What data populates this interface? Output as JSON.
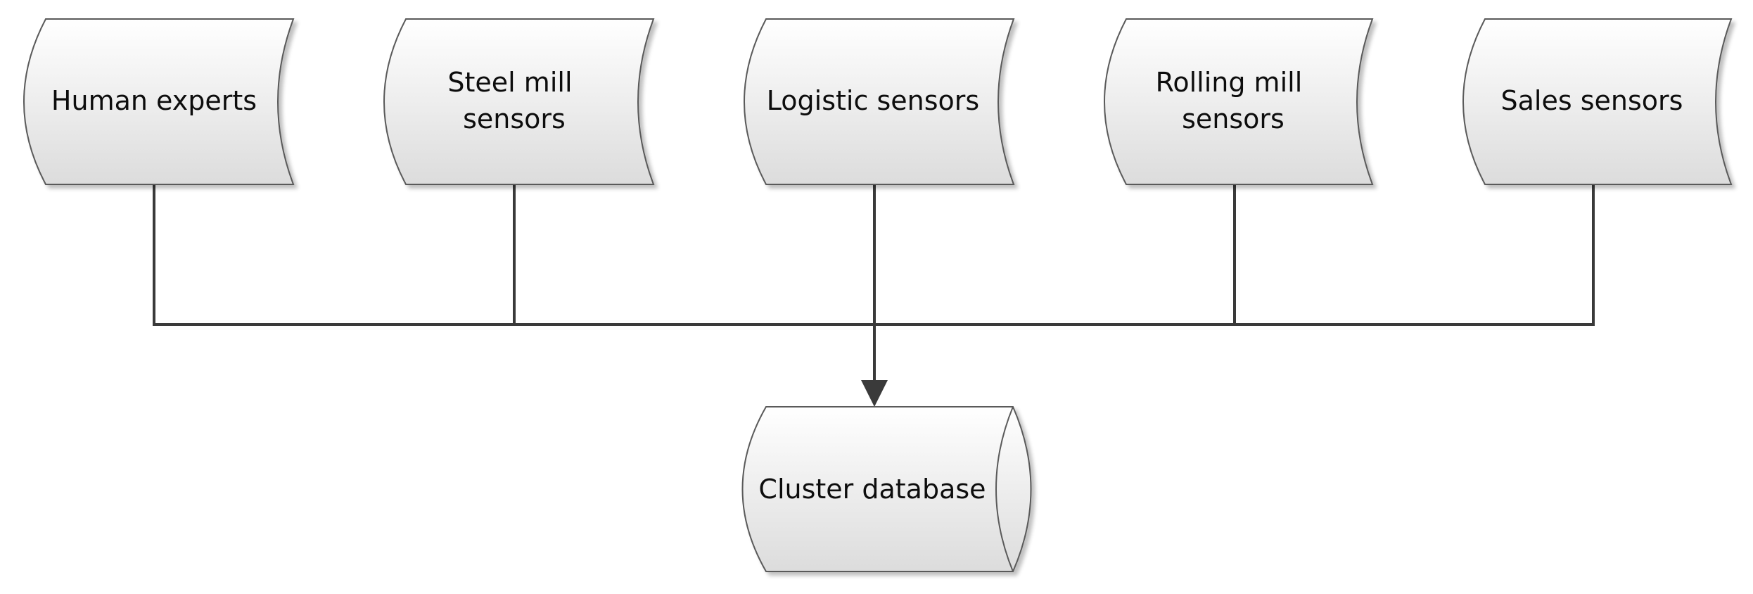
{
  "diagram": {
    "sources": [
      {
        "lines": [
          "Human experts"
        ]
      },
      {
        "lines": [
          "Steel mill",
          "sensors"
        ]
      },
      {
        "lines": [
          "Logistic sensors"
        ]
      },
      {
        "lines": [
          "Rolling mill",
          "sensors"
        ]
      },
      {
        "lines": [
          "Sales sensors"
        ]
      }
    ],
    "target": {
      "lines": [
        "Cluster database"
      ]
    }
  },
  "colors": {
    "connector": "#3a3a3a",
    "shape_stroke": "#5a5a5a",
    "fill_light": "#ffffff",
    "fill_dark": "#dcdcdc"
  }
}
